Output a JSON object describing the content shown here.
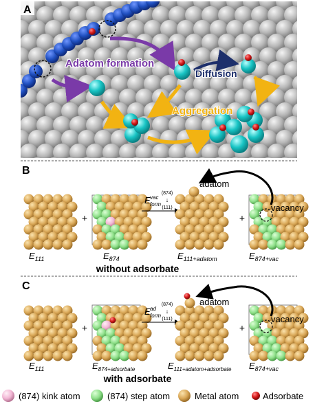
{
  "panel_a": {
    "letter": "A",
    "labels": {
      "adatom_formation": "Adatom formation",
      "diffusion": "Diffusion",
      "aggregation": "Aggregation"
    },
    "colors": {
      "surface_atom": "#b9b9b9",
      "step_atom": "#1f4fbf",
      "adatom": "#18c4c4",
      "adsorbate": "#d81b1b",
      "arrow_formation": "#7a3aa8",
      "arrow_diffusion": "#1d2f6b",
      "arrow_aggregation": "#f2b312"
    }
  },
  "panel_b": {
    "letter": "B",
    "e_label": "E",
    "sub_111": "111",
    "sub_874": "874",
    "sub_111_adatom": "111+adatom",
    "sub_874_vac": "874+vac",
    "formula_E": "E",
    "formula_sup": "vac",
    "formula_sub": "form",
    "facet_top": "(874)",
    "facet_arrow": "↓",
    "facet_bottom": "(111)",
    "adatom_label": "adatom",
    "vacancy_label": "vacancy",
    "plus": "+",
    "caption": "without adsorbate"
  },
  "panel_c": {
    "letter": "C",
    "e_label": "E",
    "sub_111": "111",
    "sub_874_adsorbate": "874+adsorbate",
    "sub_111_adatom_adsorbate": "111+adatom+adsorbate",
    "sub_874_vac": "874+vac",
    "formula_E": "E",
    "formula_sup": "ad",
    "formula_sub": "form",
    "facet_top": "(874)",
    "facet_arrow": "↓",
    "facet_bottom": "(111)",
    "adatom_label": "adatom",
    "vacancy_label": "vacancy",
    "plus": "+",
    "caption": "with adsorbate"
  },
  "legend": {
    "items": [
      {
        "label": "(874) kink atom",
        "color": "#f2b6d4"
      },
      {
        "label": "(874) step atom",
        "color": "#8fe08a"
      },
      {
        "label": "Metal atom",
        "color": "#d9a757"
      },
      {
        "label": "Adsorbate",
        "color": "#d81b1b"
      }
    ]
  }
}
